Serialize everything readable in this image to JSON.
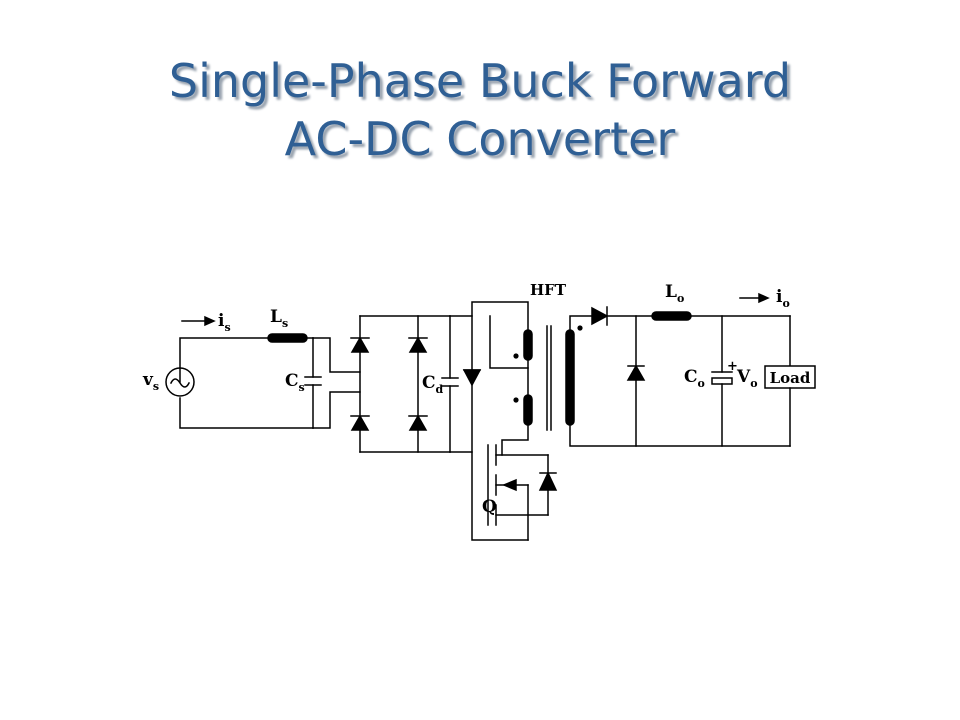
{
  "title": {
    "line1": "Single-Phase Buck Forward",
    "line2": "AC-DC Converter"
  },
  "labels": {
    "hft": "HFT",
    "is_main": "i",
    "is_sub": "s",
    "ls_main": "L",
    "ls_sub": "s",
    "vs_main": "v",
    "vs_sub": "s",
    "cs_main": "C",
    "cs_sub": "s",
    "cd_main": "C",
    "cd_sub": "d",
    "q": "Q",
    "lo_main": "L",
    "lo_sub": "o",
    "io_main": "i",
    "io_sub": "o",
    "co_main": "C",
    "co_sub": "o",
    "vo_plus": "+",
    "vo_main": "V",
    "vo_sub": "o",
    "load": "Load"
  },
  "colors": {
    "title": "#2f5f94",
    "wire": "#000000"
  }
}
